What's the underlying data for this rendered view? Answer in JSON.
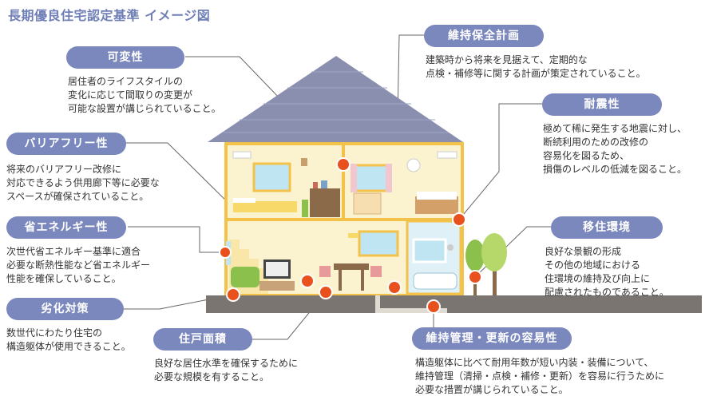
{
  "title": "長期優良住宅認定基準 イメージ図",
  "items": {
    "kahensei": {
      "label": "可変性",
      "lines": [
        "居住者のライフスタイルの",
        "変化に応じて間取りの変更が",
        "可能な設置が講じられていること。"
      ]
    },
    "barrier": {
      "label": "バリアフリー性",
      "lines": [
        "将来のバリアフリー改修に",
        "対応できるよう供用廊下等に必要な",
        "スペースが確保されていること。"
      ]
    },
    "energy": {
      "label": "省エネルギー性",
      "lines": [
        "次世代省エネルギー基準に適合",
        "必要な断熱性能など省エネルギー",
        "性能を確保していること。"
      ]
    },
    "rekka": {
      "label": "劣化対策",
      "lines": [
        "数世代にわたり住宅の",
        "構造躯体が使用できること。"
      ]
    },
    "jukomenseki": {
      "label": "住戸面積",
      "lines": [
        "良好な居住水準を確保するために",
        "必要な規模を有すること。"
      ]
    },
    "iji": {
      "label": "維持保全計画",
      "lines": [
        "建築時から将来を見据えて、定期的な",
        "点検・補修等に関する計画が策定されていること。"
      ]
    },
    "taishin": {
      "label": "耐震性",
      "lines": [
        "極めて稀に発生する地震に対し、",
        "断続利用のための改修の",
        "容易化を図るため、",
        "損傷のレベルの低減を図ること。"
      ]
    },
    "ijukankyo": {
      "label": "移住環境",
      "lines": [
        "良好な景観の形成",
        "その他の地域における",
        "住環境の維持及び向上に",
        "配慮されたものであること。"
      ]
    },
    "ijikanri": {
      "label": "維持管理・更新の容易性",
      "lines": [
        "構造躯体に比べて耐用年数が短い内装・装備について、",
        "維持管理（清掃・点検・補修・更新）を容易に行うために",
        "必要な措置が講じられていること。"
      ]
    }
  },
  "colors": {
    "pill": "#7b88bd",
    "dot": "#e8501e",
    "roof": "#8a8fb0",
    "wall": "#fbf3cf",
    "frame": "#f3c24a",
    "ground": "#7a7570",
    "line": "#666666"
  }
}
